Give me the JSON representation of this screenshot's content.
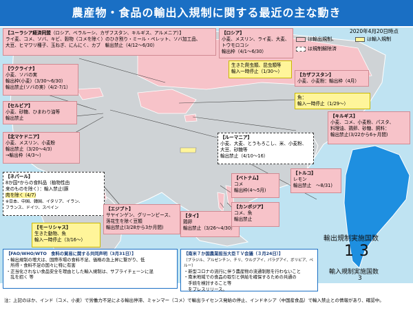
{
  "title": "農産物・食品の輸出入規制に関する最近の主な動き",
  "date": "2020年4月20日時点",
  "legend": {
    "export": "は輸出規制、",
    "import": "は輸入規制",
    "lifted": "は規制解除済"
  },
  "boxes": {
    "eaeu": {
      "head": "【ユーラシア経済同盟",
      "sub": "（ロシア、ベラルーシ、カザフスタン、キルギス、アルメニア）】",
      "l1": "ライ麦、コメ、ソバ、キビ、穀物（コメを除く）のひき割り・ミール・ペレット、ソバ加工品、",
      "l2": "大豆、ヒマワリ種子、玉ねぎ、にんにく、カブ　輸出禁止（4/12～6/30）"
    },
    "russia": {
      "head": "【ロシア】",
      "l1": "小麦、メスリン、ライ麦、大麦、トウモロコシ",
      "l2": "輸出枠（4/1～6/30）"
    },
    "russia_import": {
      "l1": "生きた爬虫類、昆虫類等",
      "l2": "輸入一時停止（1/30～）"
    },
    "ukraine": {
      "head": "【ウクライナ】",
      "l1": "小麦、ソバの実",
      "l2": "輸出枠(小麦)（3/30～6/30）",
      "l3": "輸出禁止(ソバの実)（4/2-7/1）"
    },
    "kazakhstan": {
      "head": "【カザフスタン】",
      "l1": "小麦、小麦粉：輸出枠（4月）"
    },
    "kazakhstan_import": {
      "l1": "魚：",
      "l2": "輸入一時停止（1/29～）"
    },
    "serbia": {
      "head": "【セルビア】",
      "l1": "小麦、砂糖、ひまわり油等",
      "l2": "輸出禁止"
    },
    "kyrgyz": {
      "head": "【キルギス】",
      "l1": "小麦、コメ、小麦粉、パスタ、",
      "l2": "料理油、鶏卵、砂糖、飼料：",
      "l3": "輸出禁止(3/22から6ヶ月間)"
    },
    "north_macedonia": {
      "head": "【北マケドニア】",
      "l1": "小麦、メスリン、小麦粉",
      "l2": "輸出禁止（3/20～4/3）",
      "l3": "→輸出枠（4/3～）"
    },
    "romania": {
      "head": "【ルーマニア】",
      "l1": "小麦、大麦、とうもろこし、米、小麦粉、",
      "l2": "大豆、砂糖等",
      "l3": "輸出禁止（4/10～16）"
    },
    "nepal": {
      "head": "【ネパール】",
      "l1": "8か国*からの食料品（植物性由",
      "l2": "来のものを除く）：輸入禁止(豚",
      "l3": "肉を除く (4/7)",
      "l4": "※日本、中国、韓国、イタリア、イラン、",
      "l5": "フランス、ドイツ、スペイン"
    },
    "vietnam": {
      "head": "【ベトナム】",
      "l1": "コメ",
      "l2": "輸出枠(4～5月)"
    },
    "turkey": {
      "head": "【トルコ】",
      "l1": "レモン",
      "l2": "輸出禁止　～8/31)"
    },
    "egypt": {
      "head": "【エジプト】",
      "l1": "サヤインゲン、グリーンピース、",
      "l2": "落花生を除く豆類",
      "l3": "輸出禁止(3/28から3か月間)"
    },
    "maldives": {
      "head": "【モーリシャス】",
      "l1": "生きた動物、魚",
      "l2": "輸入一時停止（3/16～）"
    },
    "thailand": {
      "head": "【タイ】",
      "l1": "鶏卵",
      "l2": "輸出禁止（3/26～4/30）"
    },
    "cambodia": {
      "head": "【カンボジア】",
      "l1": "コメ、魚",
      "l2": "輸出禁止"
    }
  },
  "counts": {
    "export_label": "輸出規制実施国数",
    "export_value": "13",
    "import_label": "輸入規制実施国数",
    "import_value": "3"
  },
  "fao": {
    "head": "【FAO/WHO/WTO　食料の貿易に関する共同声明（3月31日）】",
    "l1": "・輸出規制の増大は、国際市場の食料不足、価格の急上昇に繋がり、低",
    "l2": "　所得・食料不足の国々に特に有害",
    "l3": "・正当化されない食品安全を理由とした輸入規制は、サプライチェーンに混",
    "l4": "　乱を招く 等"
  },
  "mercosur": {
    "head": "【南米７か国農業担当大臣ＴＶ会議（３月24日）】",
    "sub": "（ブラジル、アルゼンチン、チリ、ウルグアイ、パラグアイ、ボリビア、ペルー）",
    "l1": "・新型コロナの流行に伴う農産物の流通制限を行わないこと",
    "l2": "・南米地域での食品の取引と供給を確保するための共通の",
    "l3": "　手続を検討すること等",
    "l4": "　をプレスリリース。"
  },
  "footer": "注：上記のほか、インド（コメ、小麦）で労働力不足による輸出停滞、ミャンマー（コメ）で輸出ライセンス発給の停止、インドネシア（中国産食品）で輸入禁止との情報があり、確認中。",
  "colors": {
    "export": "#f7c3c9",
    "import": "#fff59a",
    "header": "#1a6fc4",
    "land": "#cfd3d6",
    "sea": "#bfe3f2"
  }
}
